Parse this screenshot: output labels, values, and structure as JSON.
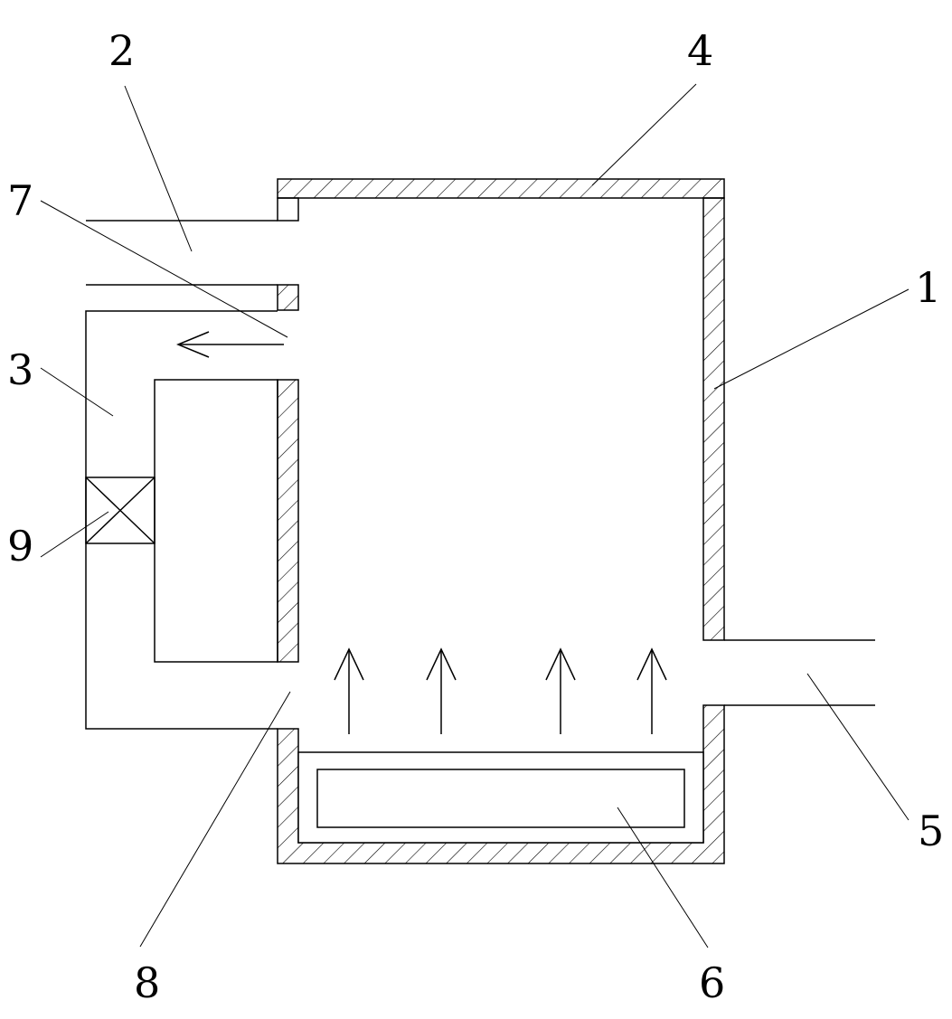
{
  "colors": {
    "line": "#000000",
    "background": "#ffffff"
  },
  "labels": {
    "l1": "1",
    "l2": "2",
    "l3": "3",
    "l4": "4",
    "l5": "5",
    "l6": "6",
    "l7": "7",
    "l8": "8",
    "l9": "9"
  }
}
